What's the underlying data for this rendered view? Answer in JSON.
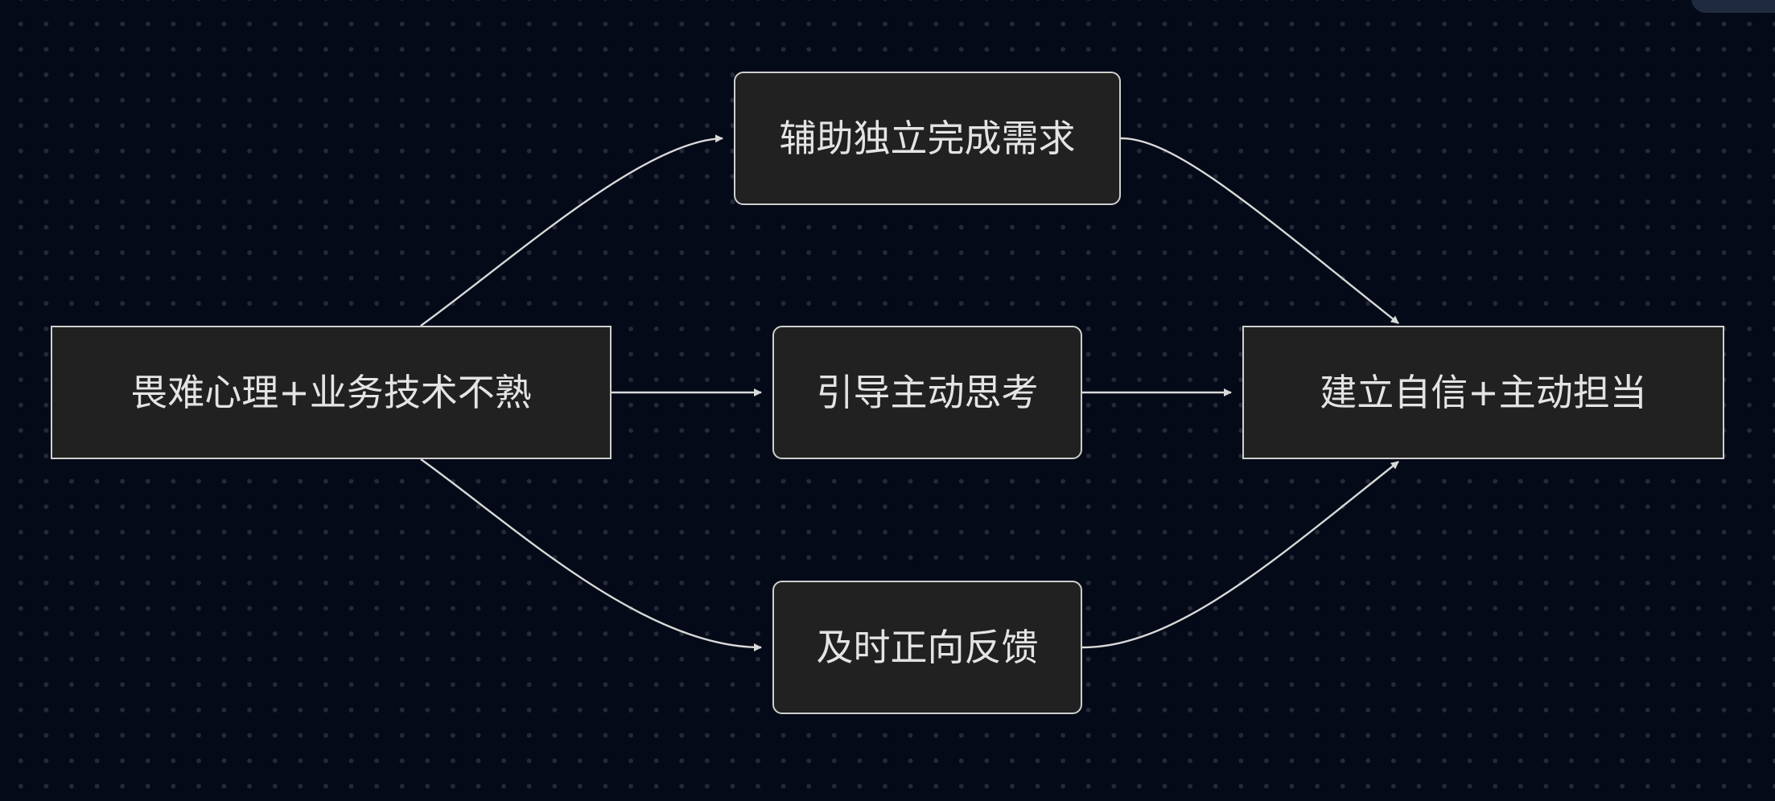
{
  "nodes": {
    "start": {
      "label": "畏难心理+业务技术不熟"
    },
    "assist": {
      "label": "辅助独立完成需求"
    },
    "guide": {
      "label": "引导主动思考"
    },
    "feedback": {
      "label": "及时正向反馈"
    },
    "result": {
      "label": "建立自信+主动担当"
    }
  },
  "edges": [
    {
      "from": "start",
      "to": "assist"
    },
    {
      "from": "start",
      "to": "guide"
    },
    {
      "from": "start",
      "to": "feedback"
    },
    {
      "from": "assist",
      "to": "result"
    },
    {
      "from": "guide",
      "to": "result"
    },
    {
      "from": "feedback",
      "to": "result"
    }
  ],
  "colors": {
    "background": "#050a19",
    "node_fill": "#212121",
    "node_border": "#cfcfcf",
    "edge": "#d9d9d9",
    "text": "#e4e4e4"
  }
}
